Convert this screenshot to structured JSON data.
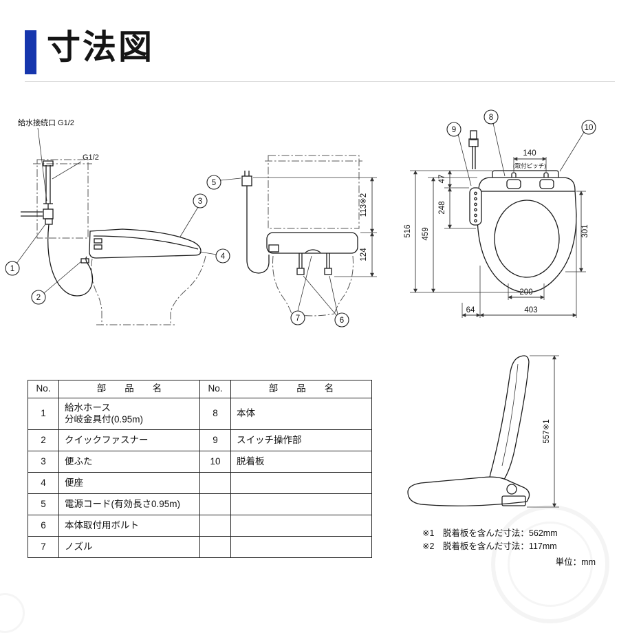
{
  "header": {
    "title": "寸法図"
  },
  "labels": {
    "inlet": "給水接続口  G1/2",
    "g12": "G1/2"
  },
  "callouts": {
    "c1": "1",
    "c2": "2",
    "c3": "3",
    "c4": "4",
    "c5": "5",
    "c6": "6",
    "c7": "7",
    "c8": "8",
    "c9": "9",
    "c10": "10"
  },
  "dims": {
    "d140": "140",
    "pitch": "(取付ピッチ)",
    "d47": "47",
    "d248": "248",
    "d459": "459",
    "d516": "516",
    "d301": "301",
    "d200": "200",
    "d403": "403",
    "d64": "64",
    "d113": "113※2",
    "d124": "124",
    "d557": "557※1"
  },
  "table": {
    "header_no": "No.",
    "header_name": "部　　品　　名",
    "rows": [
      {
        "no_l": "1",
        "name_l": "給水ホース\n分岐金具付(0.95m)",
        "no_r": "8",
        "name_r": "本体"
      },
      {
        "no_l": "2",
        "name_l": "クイックファスナー",
        "no_r": "9",
        "name_r": "スイッチ操作部"
      },
      {
        "no_l": "3",
        "name_l": "便ふた",
        "no_r": "10",
        "name_r": "脱着板"
      },
      {
        "no_l": "4",
        "name_l": "便座",
        "no_r": "",
        "name_r": ""
      },
      {
        "no_l": "5",
        "name_l": "電源コード(有効長さ0.95m)",
        "no_r": "",
        "name_r": ""
      },
      {
        "no_l": "6",
        "name_l": "本体取付用ボルト",
        "no_r": "",
        "name_r": ""
      },
      {
        "no_l": "7",
        "name_l": "ノズル",
        "no_r": "",
        "name_r": ""
      }
    ]
  },
  "notes": {
    "n1": "※1　脱着板を含んだ寸法：562mm",
    "n2": "※2　脱着板を含んだ寸法：117mm",
    "unit": "単位：mm"
  }
}
